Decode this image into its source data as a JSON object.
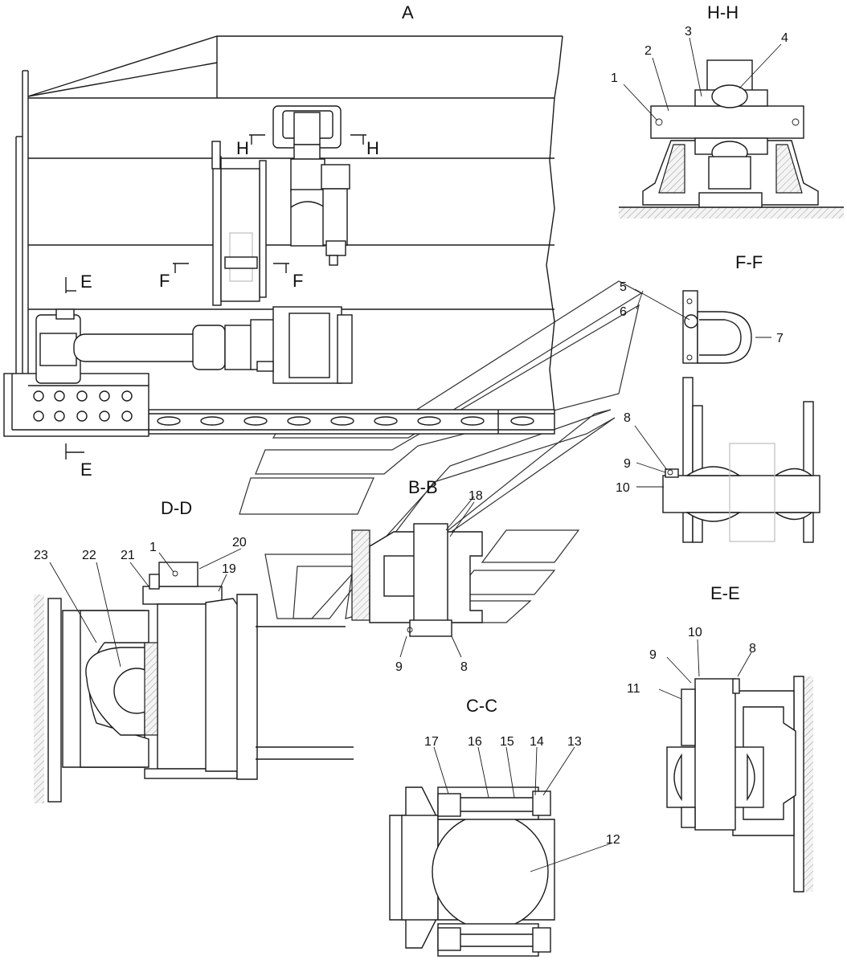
{
  "views": {
    "A": "A",
    "HH": "H-H",
    "FF": "F-F",
    "DD": "D-D",
    "BB": "B-B",
    "CC": "C-C",
    "EE": "E-E"
  },
  "section_marks": {
    "H": "H",
    "F": "F",
    "E": "E"
  },
  "callouts": {
    "hh": [
      "1",
      "2",
      "3",
      "4"
    ],
    "ff": [
      "5",
      "6",
      "7",
      "8",
      "9",
      "10"
    ],
    "dd": [
      "1",
      "20",
      "19",
      "21",
      "22",
      "23"
    ],
    "bb": [
      "18",
      "9",
      "8"
    ],
    "cc": [
      "17",
      "16",
      "15",
      "14",
      "13",
      "12"
    ],
    "ee": [
      "10",
      "9",
      "8",
      "11"
    ]
  }
}
